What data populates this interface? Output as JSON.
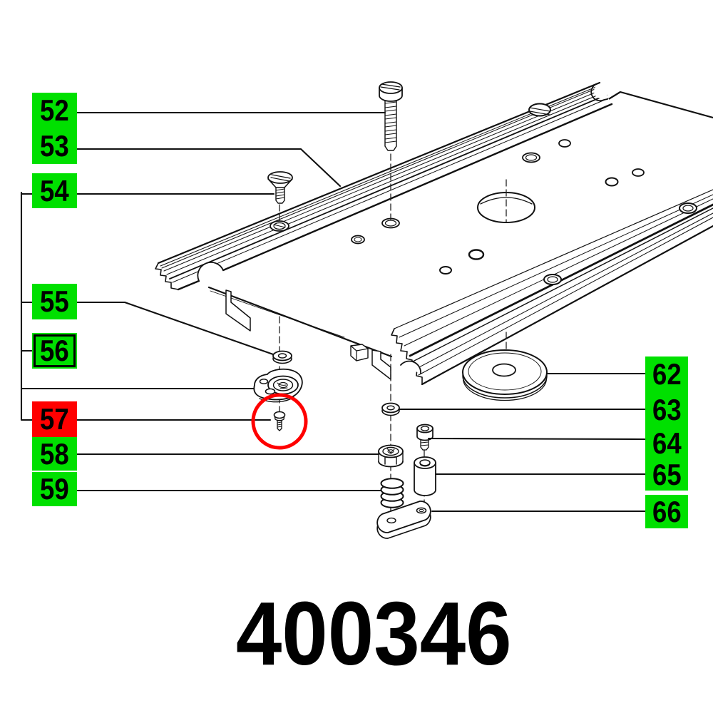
{
  "part_number": "400346",
  "colors": {
    "callout_green": "#00e000",
    "callout_red": "#ff0000",
    "highlight_circle": "#ff0000",
    "line_black": "#111111"
  },
  "callouts": {
    "left": [
      {
        "id": "52",
        "text": "52",
        "style": "green"
      },
      {
        "id": "53",
        "text": "53",
        "style": "green"
      },
      {
        "id": "54",
        "text": "54",
        "style": "green"
      },
      {
        "id": "55",
        "text": "55",
        "style": "green"
      },
      {
        "id": "56",
        "text": "56",
        "style": "green-outlined"
      },
      {
        "id": "57",
        "text": "57",
        "style": "red-selected"
      },
      {
        "id": "58",
        "text": "58",
        "style": "green"
      },
      {
        "id": "59",
        "text": "59",
        "style": "green"
      }
    ],
    "right": [
      {
        "id": "62",
        "text": "62",
        "style": "green"
      },
      {
        "id": "63",
        "text": "63",
        "style": "green"
      },
      {
        "id": "64",
        "text": "64",
        "style": "green"
      },
      {
        "id": "65",
        "text": "65",
        "style": "green"
      },
      {
        "id": "66",
        "text": "66",
        "style": "green"
      }
    ],
    "selected_item": "57"
  }
}
